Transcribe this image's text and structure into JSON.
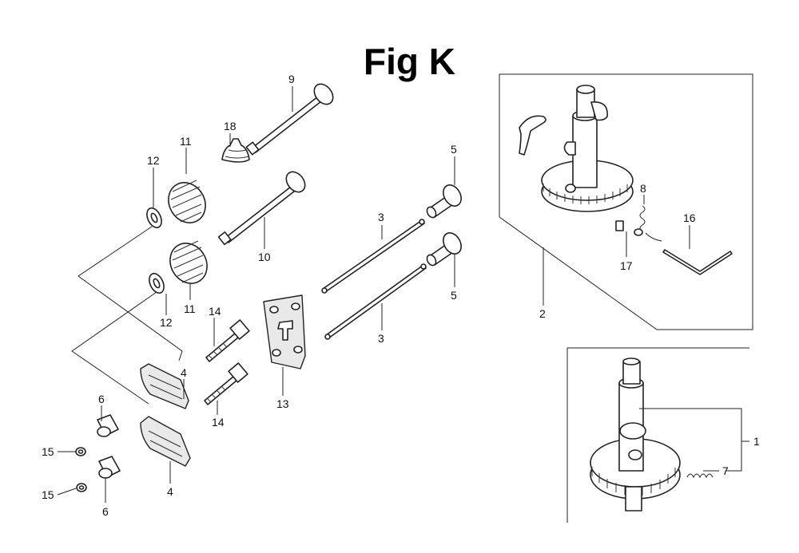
{
  "title": "Fig K",
  "callouts": {
    "c9": "9",
    "c18": "18",
    "c11a": "11",
    "c12a": "12",
    "c10": "10",
    "c11b": "11",
    "c12b": "12",
    "c14a": "14",
    "c14b": "14",
    "c4a": "4",
    "c4b": "4",
    "c6a": "6",
    "c6b": "6",
    "c15a": "15",
    "c15b": "15",
    "c13": "13",
    "c3a": "3",
    "c3b": "3",
    "c5a": "5",
    "c5b": "5",
    "c8": "8",
    "c16": "16",
    "c17": "17",
    "c2": "2",
    "c1": "1",
    "c7": "7"
  }
}
